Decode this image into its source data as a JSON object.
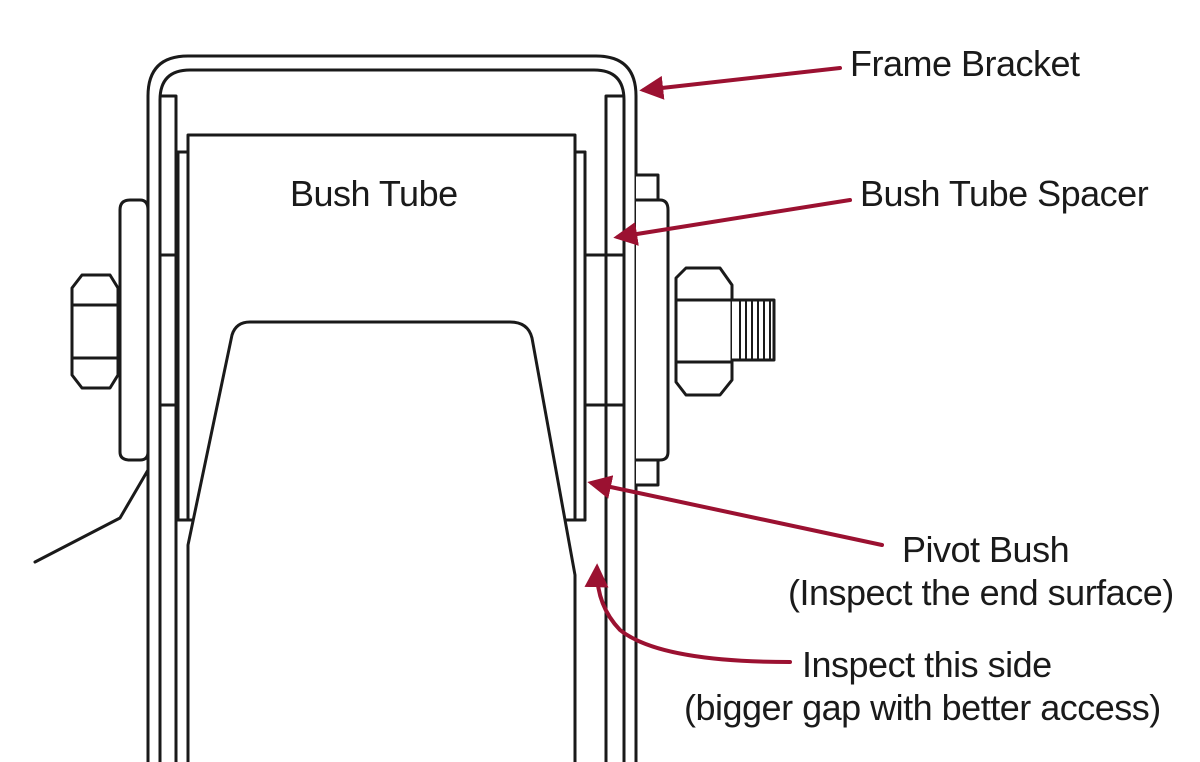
{
  "labels": {
    "frame_bracket": "Frame Bracket",
    "bush_tube": "Bush Tube",
    "bush_tube_spacer": "Bush Tube Spacer",
    "pivot_bush": "Pivot Bush",
    "pivot_bush_note": "(Inspect the end surface)",
    "inspect_side": "Inspect this side",
    "inspect_side_note": "(bigger gap with better access)"
  },
  "colors": {
    "line": "#1a1a1a",
    "arrow": "#9b1131",
    "background": "#ffffff"
  }
}
